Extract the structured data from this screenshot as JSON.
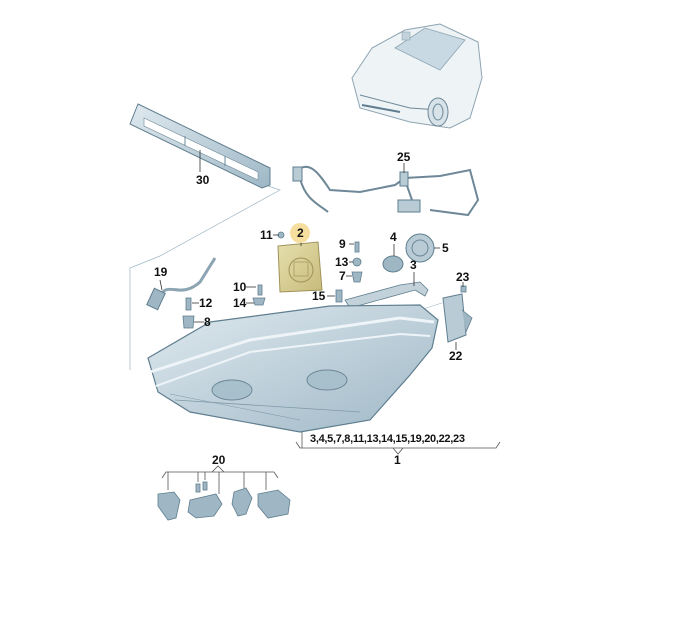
{
  "diagram": {
    "type": "exploded-parts-diagram",
    "subject": "Headlight assembly",
    "highlighted_part": "2",
    "colors": {
      "part_fill": "#b9ccd6",
      "part_stroke": "#5f7e8f",
      "highlight_part_fill": "#d8cf9a",
      "highlight_circle": "#f6df9e",
      "leader_line": "#333333",
      "dashed_guide": "#9fb6c4"
    },
    "labels": {
      "p1": "1",
      "p2": "2",
      "p3": "3",
      "p4": "4",
      "p5": "5",
      "p7": "7",
      "p8": "8",
      "p9": "9",
      "p10": "10",
      "p11": "11",
      "p12": "12",
      "p13": "13",
      "p14": "14",
      "p15": "15",
      "p19": "19",
      "p20": "20",
      "p22": "22",
      "p23": "23",
      "p25": "25",
      "p30": "30"
    },
    "assembly_1_includes": "3,4,5,7,8,11,13,14,15,19,20,22,23",
    "group_20_items": 5
  }
}
